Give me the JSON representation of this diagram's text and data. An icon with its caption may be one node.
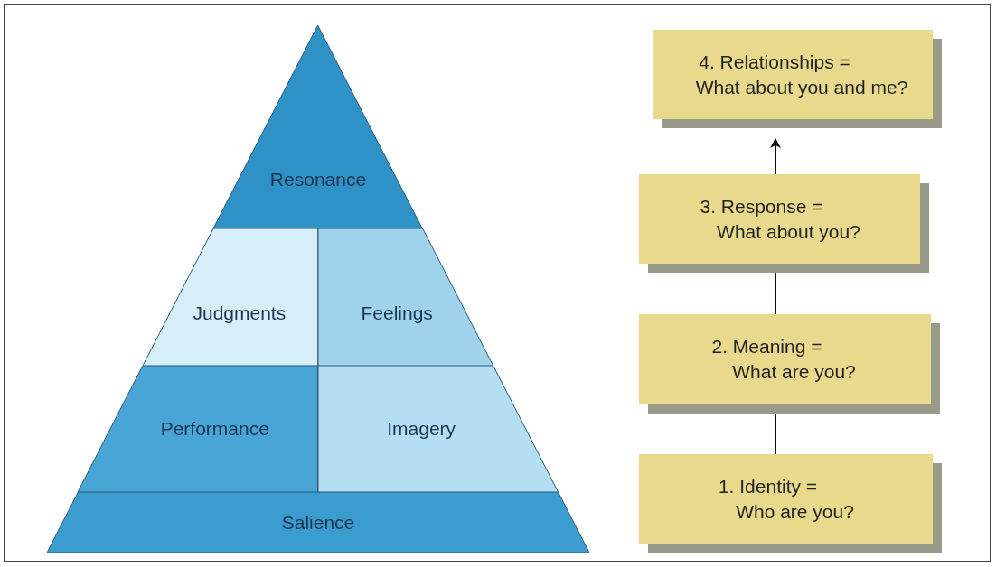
{
  "diagram": {
    "nodes": [
      {
        "text": [
          "Resonance"
        ]
      },
      {
        "text": [
          "Judgments"
        ]
      },
      {
        "text": [
          "Feelings"
        ]
      },
      {
        "text": [
          "Performance"
        ]
      },
      {
        "text": [
          "Imagery"
        ]
      },
      {
        "text": [
          "Salience"
        ]
      },
      {
        "text": [
          "4. Relationships =",
          "What about you and me?"
        ]
      },
      {
        "text": [
          "3. Response =",
          "What about you?"
        ]
      },
      {
        "text": [
          "2. Meaning =",
          "What are you?"
        ]
      },
      {
        "text": [
          "1. Identity =",
          "Who are you?"
        ]
      }
    ],
    "edges": [
      {
        "from": 9,
        "to": 8,
        "arrow": "none"
      },
      {
        "from": 8,
        "to": 7,
        "arrow": "none"
      },
      {
        "from": 7,
        "to": 6,
        "arrow": "to"
      }
    ]
  }
}
